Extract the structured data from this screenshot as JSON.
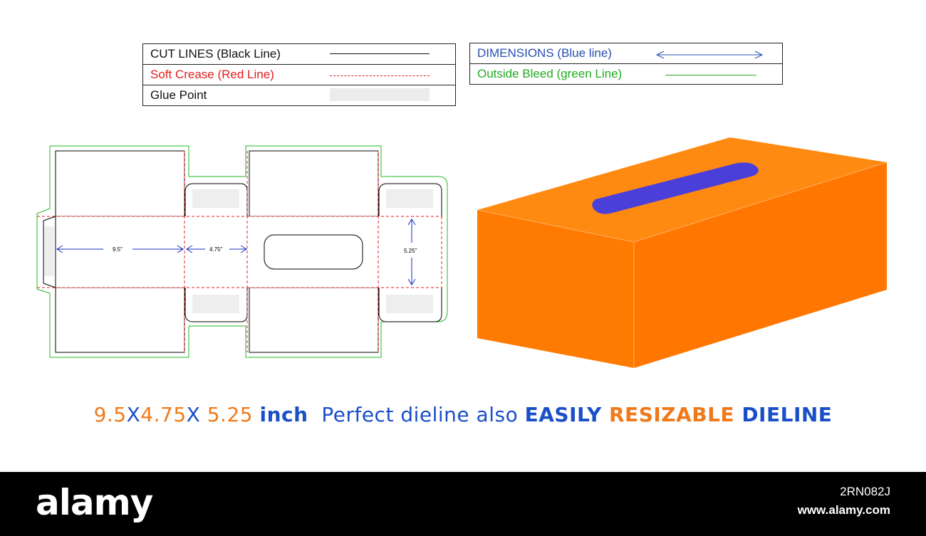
{
  "legend_left": [
    {
      "label": "CUT LINES (Black Line)",
      "color": "#000000",
      "style": "solid"
    },
    {
      "label": "Soft Crease (Red Line)",
      "color": "#e02020",
      "style": "dashed"
    },
    {
      "label": "Glue Point",
      "color": "#eeeeee",
      "style": "fill"
    }
  ],
  "legend_right": [
    {
      "label": "DIMENSIONS (Blue line)",
      "color": "#2a4fb0",
      "style": "arrow"
    },
    {
      "label": "Outside Bleed (green Line)",
      "color": "#22aa22",
      "style": "solid"
    }
  ],
  "dieline": {
    "dim_length": "9.5\"",
    "dim_width": "4.75\"",
    "dim_height": "5.25\"",
    "colors": {
      "cut": "#000000",
      "crease": "#e02020",
      "bleed": "#22bb22",
      "dimension": "#1a2fc0",
      "glue": "#eeeeee"
    }
  },
  "box_3d": {
    "colors": {
      "front": "#ff7a00",
      "top": "#ff8c12",
      "side": "#ff7400",
      "opening": "#4a3fd9",
      "edge": "#ffb060"
    }
  },
  "tagline": [
    {
      "text": "9.5",
      "color": "#f07a1a"
    },
    {
      "text": "X",
      "color": "#1a4fc8"
    },
    {
      "text": "4.75",
      "color": "#f07a1a"
    },
    {
      "text": "X ",
      "color": "#1a4fc8"
    },
    {
      "text": "5.25 ",
      "color": "#f07a1a"
    },
    {
      "text": "inch",
      "color": "#1a4fc8",
      "bold": true
    },
    {
      "text": "  Perfect dieline also ",
      "color": "#1a4fc8"
    },
    {
      "text": "EASILY ",
      "color": "#1a4fc8",
      "bold": true
    },
    {
      "text": "RESIZABLE ",
      "color": "#f07a1a",
      "bold": true
    },
    {
      "text": "DIELINE",
      "color": "#1a4fc8",
      "bold": true
    }
  ],
  "footer": {
    "brand": "alamy",
    "image_id": "2RN082J",
    "site": "www.alamy.com"
  }
}
